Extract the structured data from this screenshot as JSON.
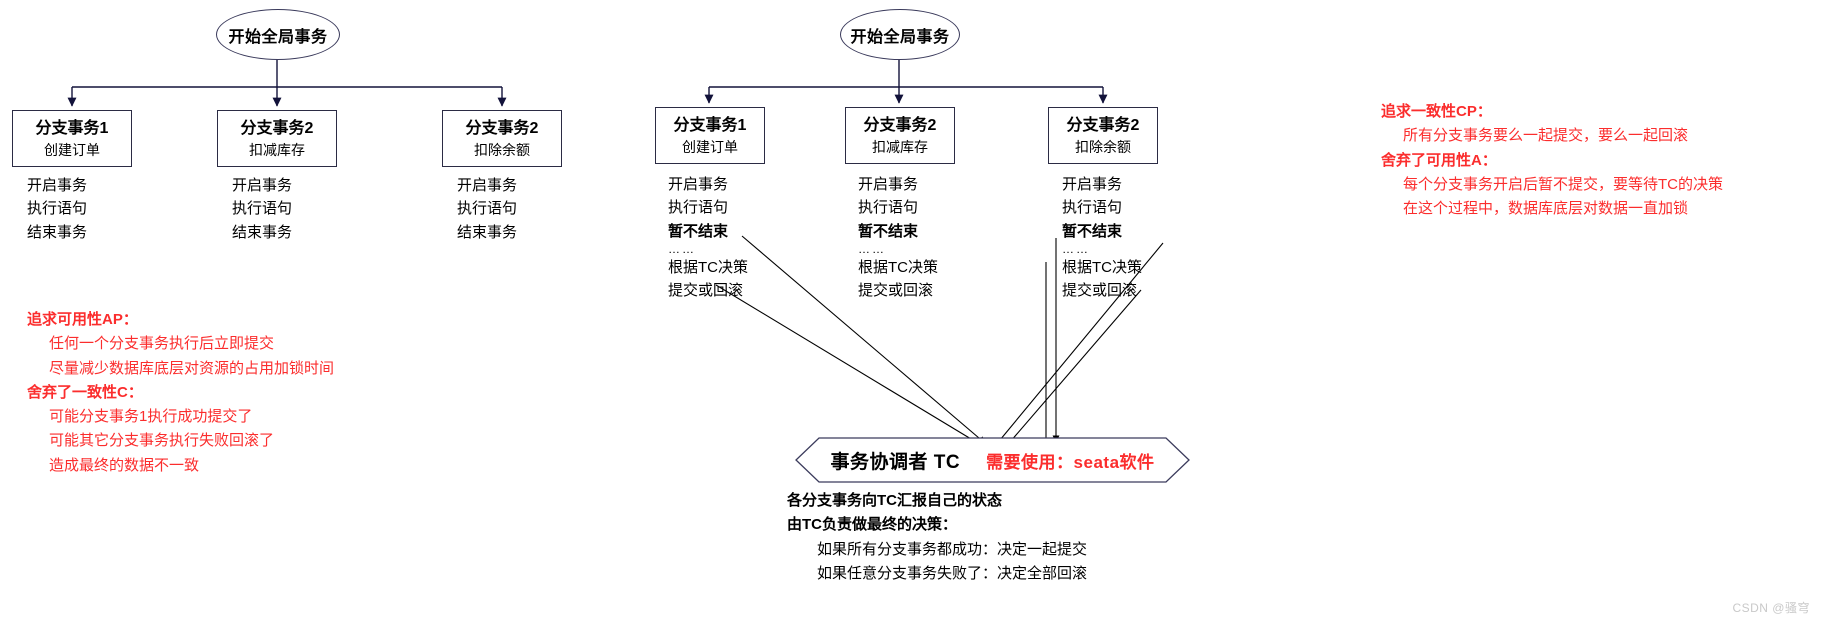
{
  "diagram": {
    "title_ignored": "",
    "left": {
      "start": {
        "label": "开始全局事务"
      },
      "branches": [
        {
          "title": "分支事务1",
          "subtitle": "创建订单",
          "steps": [
            "开启事务",
            "执行语句",
            "结束事务"
          ]
        },
        {
          "title": "分支事务2",
          "subtitle": "扣减库存",
          "steps": [
            "开启事务",
            "执行语句",
            "结束事务"
          ]
        },
        {
          "title": "分支事务2",
          "subtitle": "扣除余额",
          "steps": [
            "开启事务",
            "执行语句",
            "结束事务"
          ]
        }
      ],
      "note": {
        "heading1": "追求可用性AP：",
        "lines1": [
          "任何一个分支事务执行后立即提交",
          "尽量减少数据库底层对资源的占用加锁时间"
        ],
        "heading2": "舍弃了一致性C：",
        "lines2": [
          "可能分支事务1执行成功提交了",
          "可能其它分支事务执行失败回滚了",
          "造成最终的数据不一致"
        ]
      }
    },
    "right": {
      "start": {
        "label": "开始全局事务"
      },
      "branches": [
        {
          "title": "分支事务1",
          "subtitle": "创建订单",
          "steps": [
            "开启事务",
            "执行语句"
          ],
          "bold_step": "暂不结束",
          "dots": "……",
          "after": [
            "根据TC决策",
            "提交或回滚"
          ]
        },
        {
          "title": "分支事务2",
          "subtitle": "扣减库存",
          "steps": [
            "开启事务",
            "执行语句"
          ],
          "bold_step": "暂不结束",
          "dots": "……",
          "after": [
            "根据TC决策",
            "提交或回滚"
          ]
        },
        {
          "title": "分支事务2",
          "subtitle": "扣除余额",
          "steps": [
            "开启事务",
            "执行语句"
          ],
          "bold_step": "暂不结束",
          "dots": "……",
          "after": [
            "根据TC决策",
            "提交或回滚"
          ]
        }
      ],
      "coordinator": {
        "label": "事务协调者 TC",
        "red_note": "需要使用：seata软件"
      },
      "coordinator_desc": {
        "heading1": "各分支事务向TC汇报自己的状态",
        "heading2": "由TC负责做最终的决策：",
        "lines": [
          "如果所有分支事务都成功：决定一起提交",
          "如果任意分支事务失败了：决定全部回滚"
        ]
      },
      "note": {
        "heading1": "追求一致性CP：",
        "lines1": [
          "所有分支事务要么一起提交，要么一起回滚"
        ],
        "heading2": "舍弃了可用性A：",
        "lines2": [
          "每个分支事务开启后暂不提交，要等待TC的决策",
          "在这个过程中，数据库底层对数据一直加锁"
        ]
      }
    }
  },
  "watermark": "CSDN @骚穹",
  "colors": {
    "red": "#fb2d2d",
    "stroke": "#2b2b44",
    "text": "#000000",
    "watermark": "#c9c9c9"
  }
}
